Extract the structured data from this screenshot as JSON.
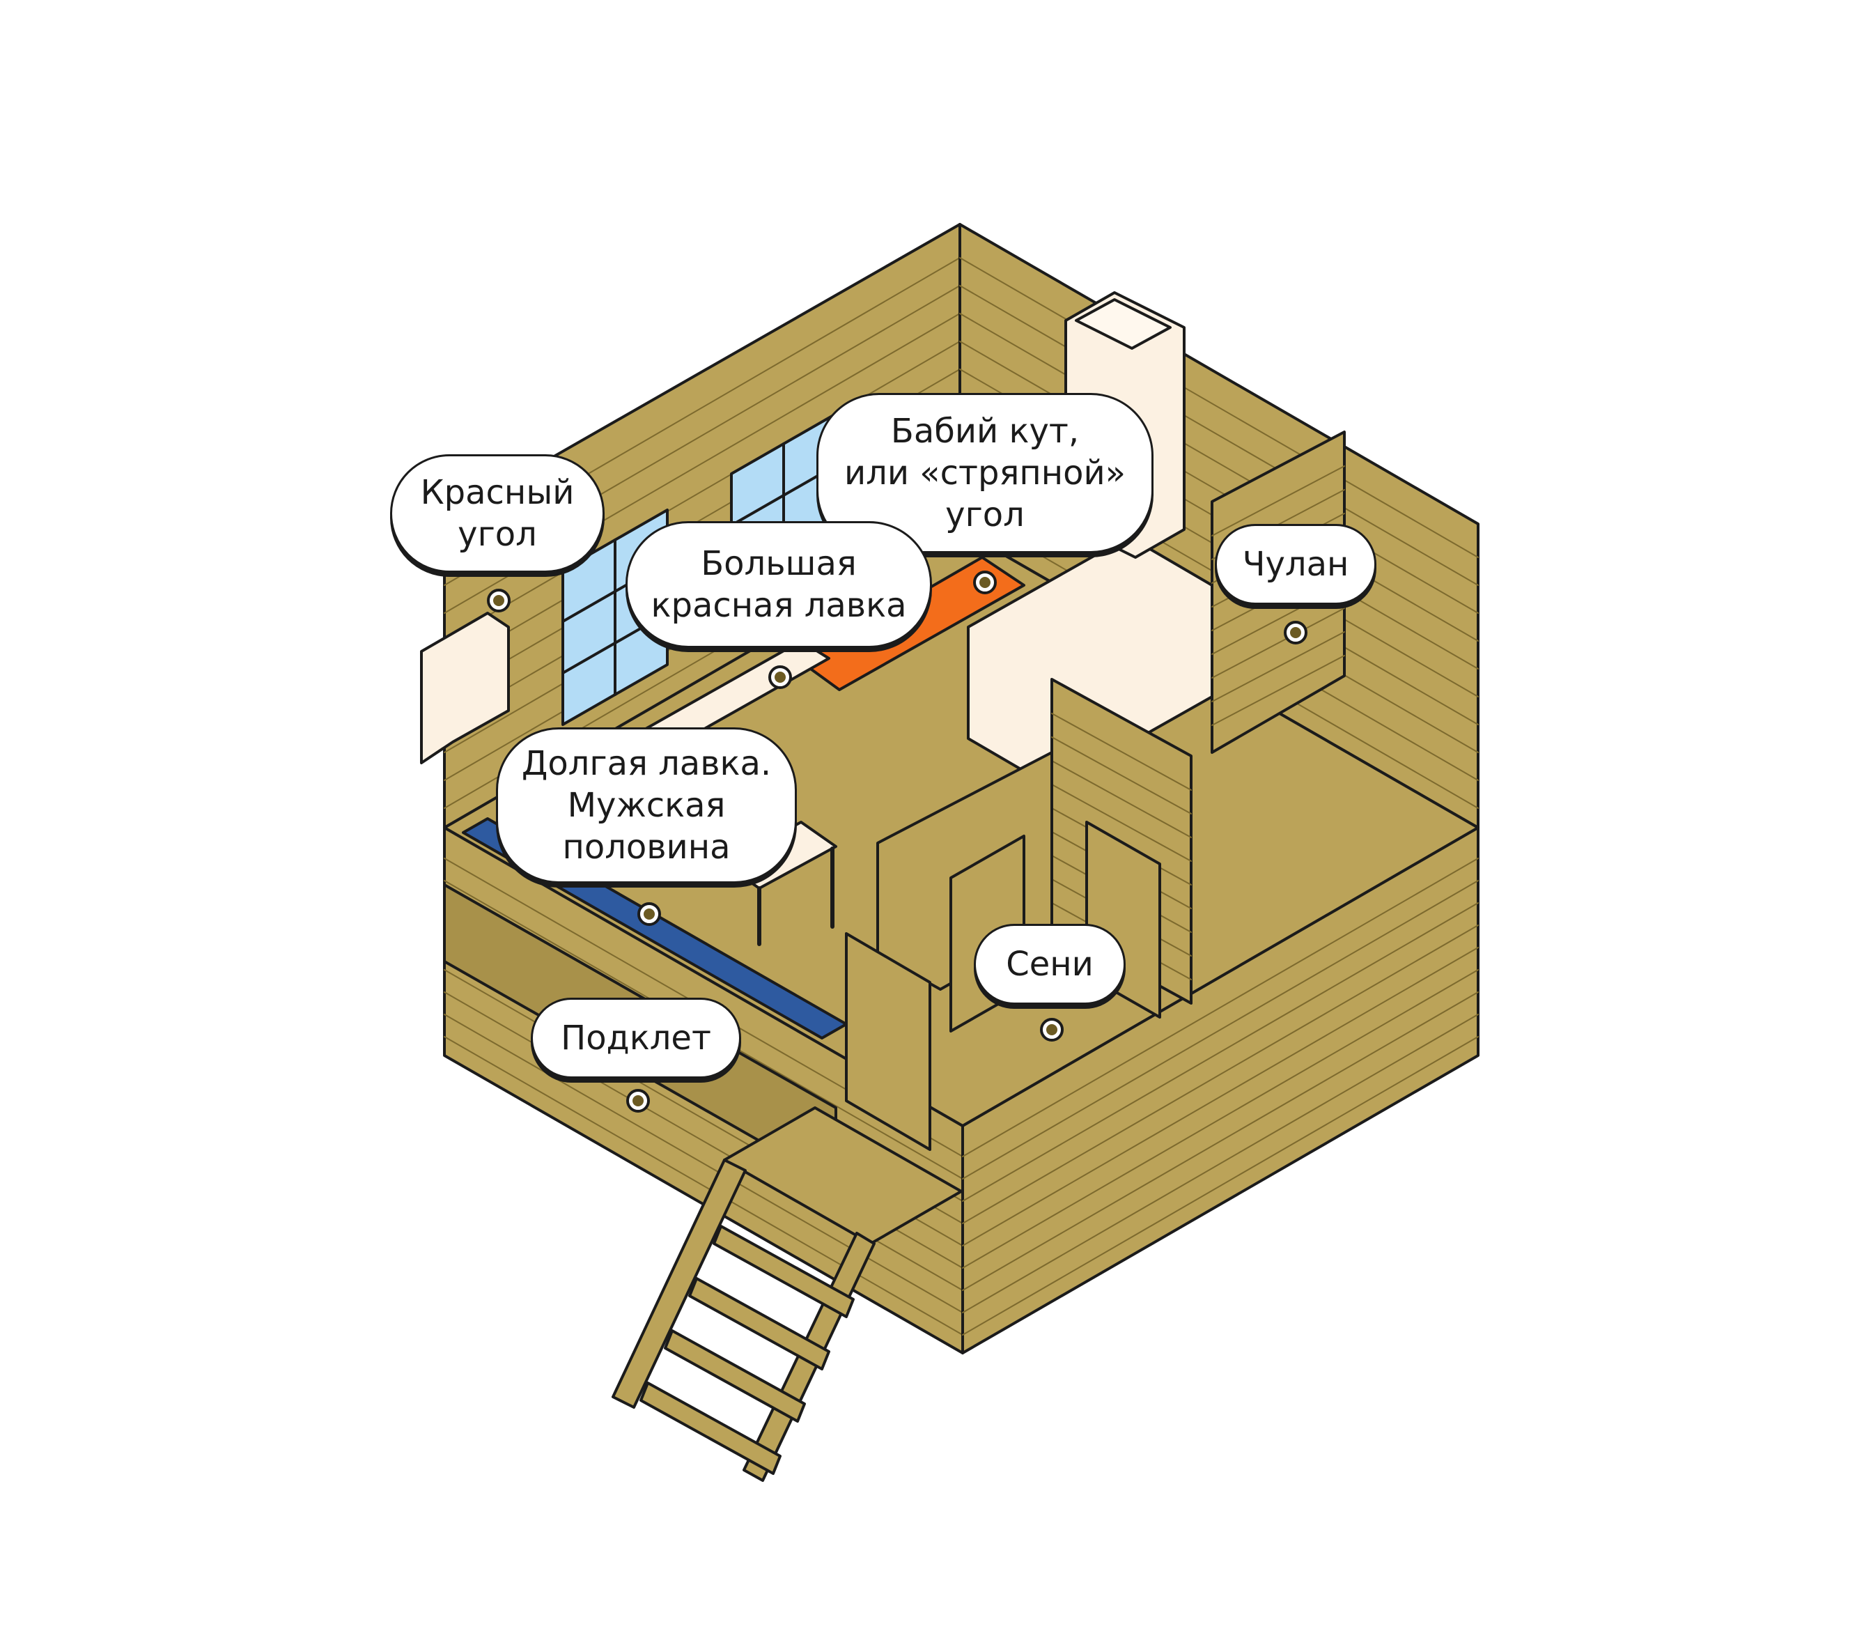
{
  "labels": {
    "krasny_ugol": [
      "Красный",
      "угол"
    ],
    "babiy_kut": [
      "Бабий кут,",
      "или «стряпной»",
      "угол"
    ],
    "bolshaya_lavka": [
      "Большая",
      "красная лавка"
    ],
    "chulan": [
      "Чулан"
    ],
    "dolgaya_lavka": [
      "Долгая лавка.",
      "Мужская",
      "половина"
    ],
    "seni": [
      "Сени"
    ],
    "podklet": [
      "Подклет"
    ]
  },
  "colors": {
    "wood": "#bba359",
    "outline": "#1b1b1b",
    "window_glass": "#b3dcf6",
    "stove": "#fcf1e2",
    "bench_orange": "#f36d1b",
    "bench_blue": "#2e5aa0"
  }
}
